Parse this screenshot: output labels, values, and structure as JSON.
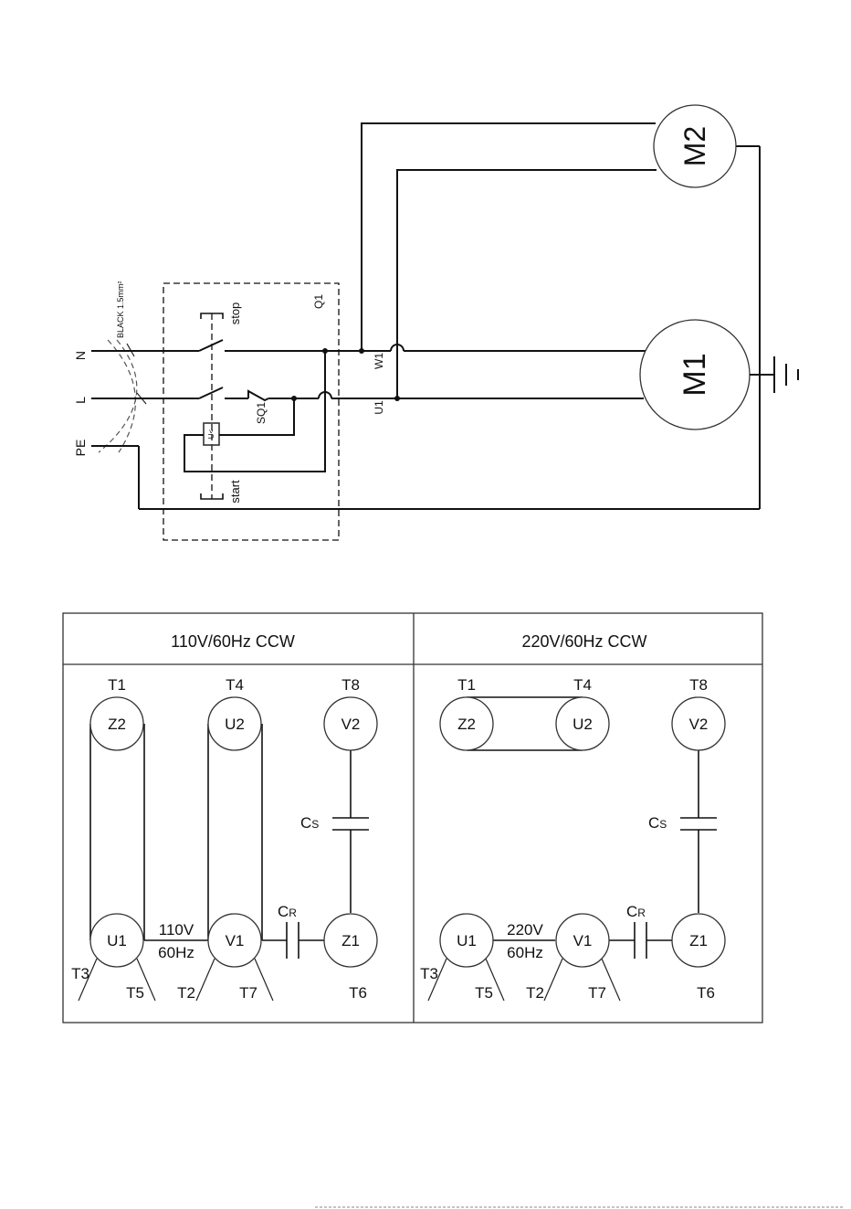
{
  "schematic": {
    "supply_labels": [
      "N",
      "L",
      "PE"
    ],
    "cable_label": "BLACK 1.5mm²",
    "switch_box_label": "Q1",
    "stop_label": "stop",
    "start_label": "start",
    "limit_switch_label": "SQ1",
    "coil_label": "U<",
    "terminal_w1": "W1",
    "terminal_u1": "U1",
    "motor_m1": "M1",
    "motor_m2": "M2"
  },
  "wiring_table": {
    "left_header": "110V/60Hz CCW",
    "right_header": "220V/60Hz CCW",
    "left": {
      "t1": "T1",
      "t4": "T4",
      "t8": "T8",
      "z2": "Z2",
      "u2": "U2",
      "v2": "V2",
      "u1": "U1",
      "v1": "V1",
      "z1": "Z1",
      "cs": "C",
      "cs_sub": "S",
      "cr": "C",
      "cr_sub": "R",
      "voltage": "110V",
      "freq": "60Hz",
      "t3": "T3",
      "t5": "T5",
      "t2": "T2",
      "t7": "T7",
      "t6": "T6"
    },
    "right": {
      "t1": "T1",
      "t4": "T4",
      "t8": "T8",
      "z2": "Z2",
      "u2": "U2",
      "v2": "V2",
      "u1": "U1",
      "v1": "V1",
      "z1": "Z1",
      "cs": "C",
      "cs_sub": "S",
      "cr": "C",
      "cr_sub": "R",
      "voltage": "220V",
      "freq": "60Hz",
      "t3": "T3",
      "t5": "T5",
      "t2": "T2",
      "t7": "T7",
      "t6": "T6"
    }
  }
}
